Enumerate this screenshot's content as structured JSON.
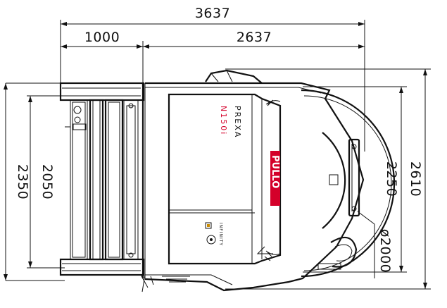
{
  "dimensions": {
    "overall_length": "3637",
    "front_length": "1000",
    "rear_length": "2637",
    "width_outer": "2350",
    "width_inner": "2050",
    "width_total": "2610",
    "width_rotor": "2250",
    "diameter": "ø2000"
  },
  "machine": {
    "model_line1": "PREXA",
    "model_line2": "N150i",
    "brand": "PULLO",
    "panel_label": "INFINITY"
  },
  "colors": {
    "brand_red": "#d4002a",
    "line": "#111111",
    "background": "#ffffff"
  }
}
